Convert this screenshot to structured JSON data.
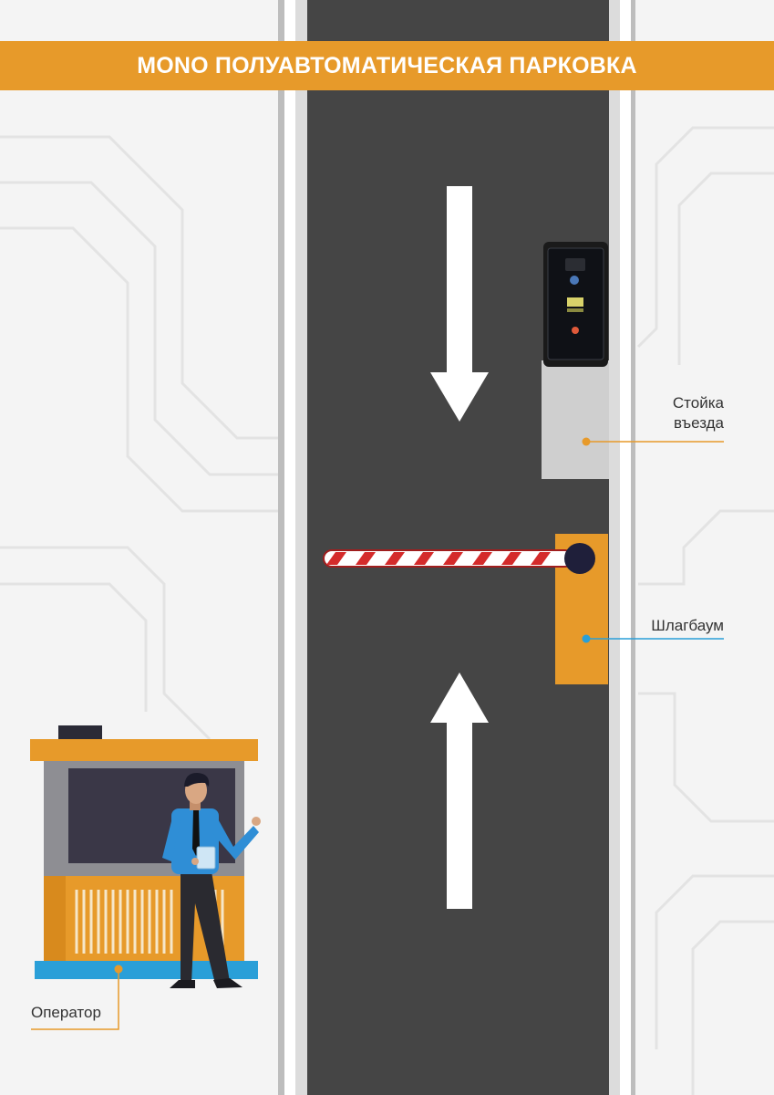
{
  "title": "MONO ПОЛУАВТОМАТИЧЕСКАЯ ПАРКОВКА",
  "labels": {
    "entry_stand_line1": "Стойка",
    "entry_stand_line2": "въезда",
    "barrier": "Шлагбаум",
    "operator": "Оператор"
  },
  "colors": {
    "accent_orange": "#e79a2a",
    "road": "#454545",
    "callout_blue": "#2a9fd8",
    "barrier_red": "#d42b2b",
    "operator_shirt": "#2f8ed6"
  },
  "icons": [
    "arrow-down-icon",
    "arrow-up-icon",
    "entry-terminal-icon",
    "barrier-icon",
    "operator-person-icon",
    "booth-icon"
  ]
}
